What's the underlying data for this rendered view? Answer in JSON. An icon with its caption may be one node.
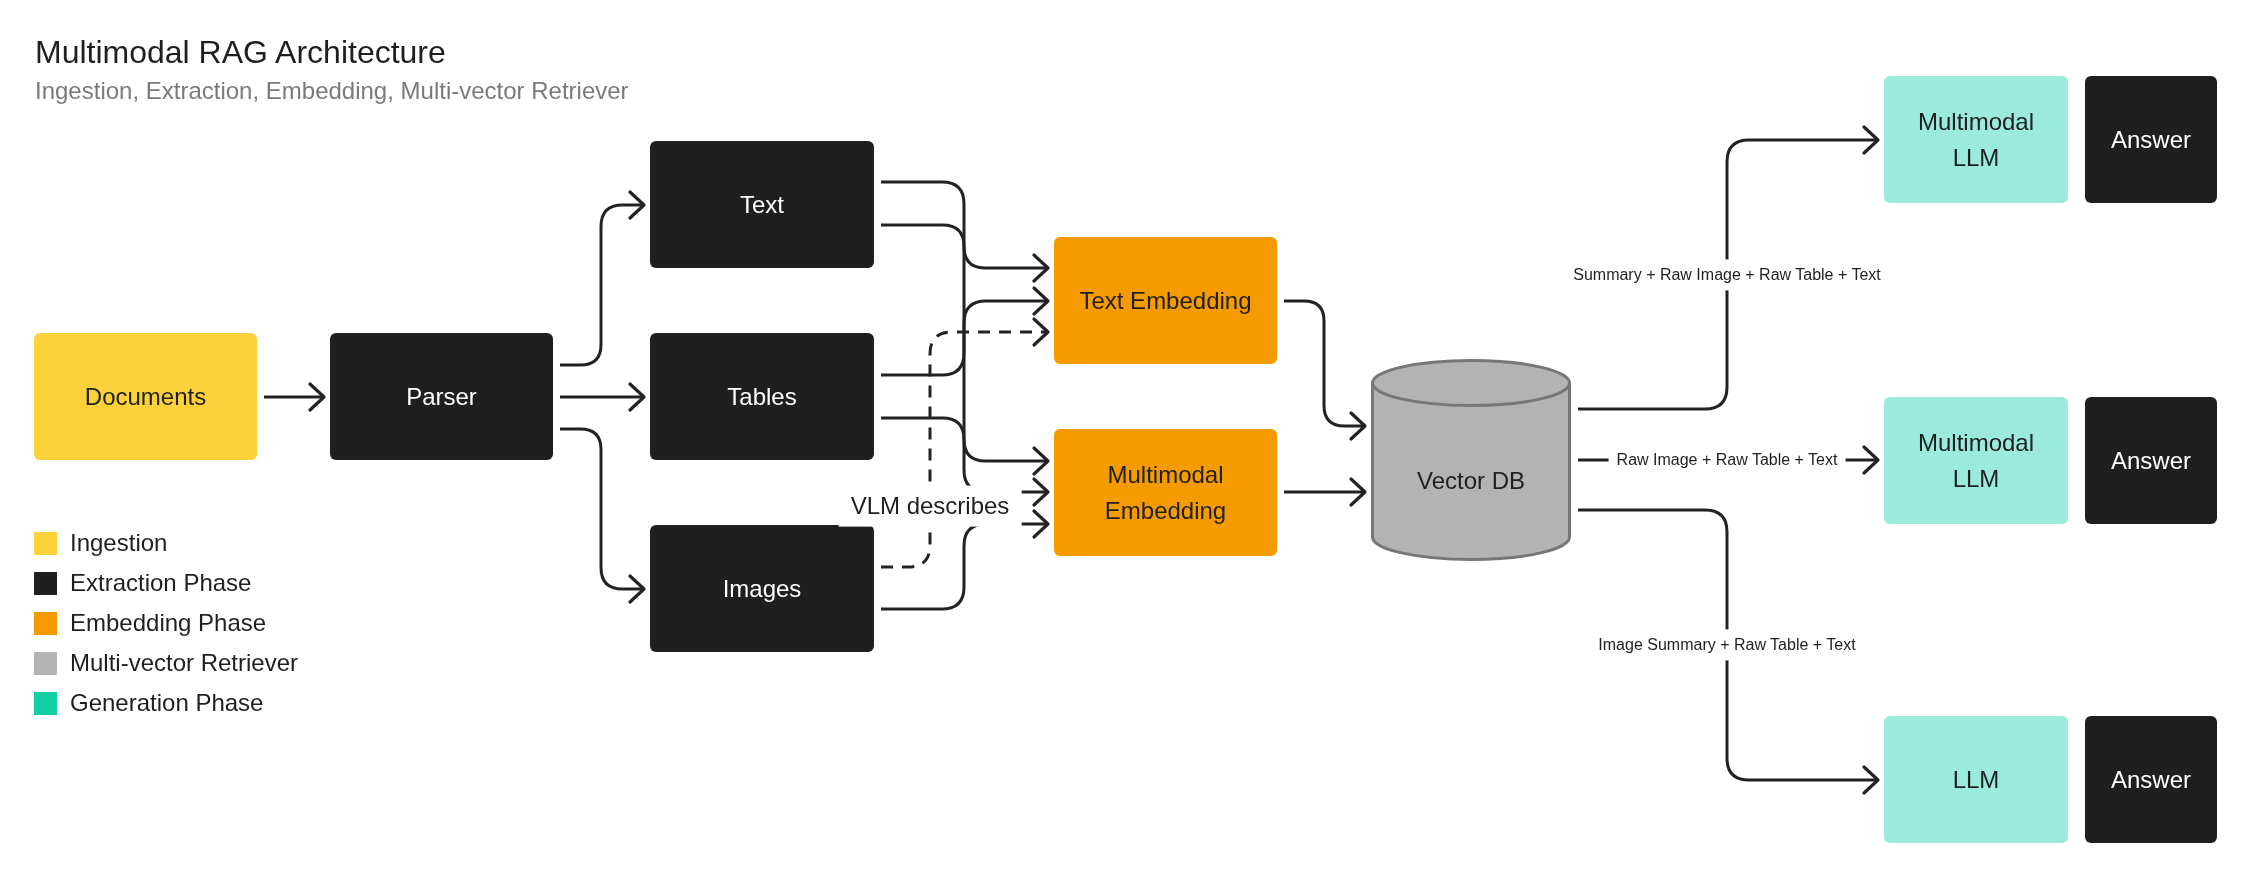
{
  "diagram": {
    "title": "Multimodal RAG Architecture",
    "nodes": [
      {
        "text": [
          "Documents"
        ]
      },
      {
        "text": [
          "Parser"
        ]
      },
      {
        "text": [
          "Text"
        ]
      },
      {
        "text": [
          "Tables"
        ]
      },
      {
        "text": [
          "Images"
        ]
      },
      {
        "text": [
          "Text Embedding"
        ]
      },
      {
        "text": [
          "Multimodal Embedding"
        ]
      },
      {
        "text": [
          "Vector DB"
        ]
      },
      {
        "text": [
          "Multimodal LLM"
        ]
      },
      {
        "text": [
          "Answer"
        ]
      },
      {
        "text": [
          "Multimodal LLM"
        ]
      },
      {
        "text": [
          "Answer"
        ]
      },
      {
        "text": [
          "LLM"
        ]
      },
      {
        "text": [
          "Answer"
        ]
      }
    ],
    "edges": [
      {
        "from": 0,
        "to": 1,
        "arrow": "to"
      },
      {
        "from": 1,
        "to": 2,
        "arrow": "to"
      },
      {
        "from": 1,
        "to": 3,
        "arrow": "to"
      },
      {
        "from": 1,
        "to": 4,
        "arrow": "to"
      },
      {
        "from": 2,
        "to": 5,
        "arrow": "to"
      },
      {
        "from": 2,
        "to": 6,
        "arrow": "to"
      },
      {
        "from": 3,
        "to": 5,
        "arrow": "to"
      },
      {
        "from": 3,
        "to": 6,
        "arrow": "to"
      },
      {
        "from": 4,
        "to": 5,
        "arrow": "to",
        "style": "dashed",
        "label": "VLM describes"
      },
      {
        "from": 4,
        "to": 6,
        "arrow": "to"
      },
      {
        "from": 5,
        "to": 7,
        "arrow": "to"
      },
      {
        "from": 6,
        "to": 7,
        "arrow": "to"
      },
      {
        "from": 7,
        "to": 8,
        "arrow": "to",
        "label": "Summary + Raw Image + Raw Table + Text"
      },
      {
        "from": 7,
        "to": 10,
        "arrow": "to",
        "label": "Raw Image + Raw Table + Text"
      },
      {
        "from": 7,
        "to": 12,
        "arrow": "to",
        "label": "Image Summary + Raw Table + Text"
      }
    ],
    "labels": [
      "Ingestion, Extraction, Embedding, Multi-vector Retriever"
    ],
    "legend": [
      {
        "text": "Ingestion",
        "color": "#fdd13a"
      },
      {
        "text": "Extraction Phase",
        "color": "#1f1f1f"
      },
      {
        "text": "Embedding Phase",
        "color": "#f59b00"
      },
      {
        "text": "Multi-vector Retriever",
        "color": "#b3b3b3"
      },
      {
        "text": "Generation Phase",
        "color": "#14cfa6"
      }
    ]
  }
}
